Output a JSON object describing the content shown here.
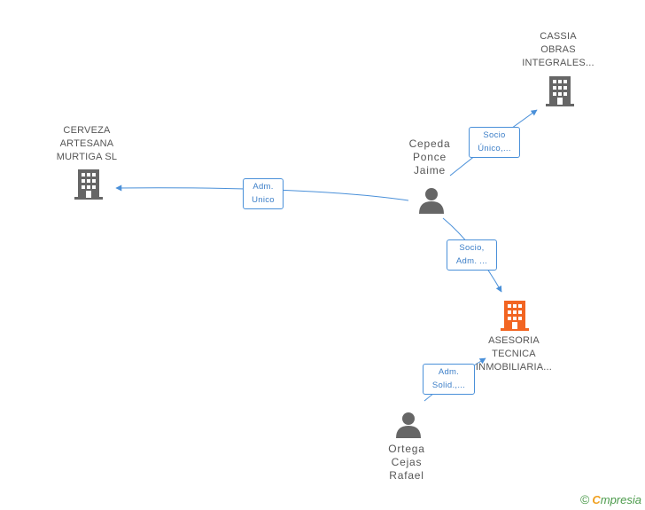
{
  "nodes": {
    "cassia": {
      "label": "CASSIA\nOBRAS\nINTEGRALES...",
      "icon": "building-icon",
      "color": "#666666"
    },
    "cerveza": {
      "label": "CERVEZA\nARTESANA\nMURTIGA SL",
      "icon": "building-icon",
      "color": "#666666"
    },
    "cepeda": {
      "label": "Cepeda\nPonce\nJaime",
      "icon": "person-icon",
      "color": "#666666"
    },
    "asesoria": {
      "label": "ASESORIA\nTECNICA\nINMOBILIARIA...",
      "icon": "building-icon",
      "color": "#f26522"
    },
    "ortega": {
      "label": "Ortega\nCejas\nRafael",
      "icon": "person-icon",
      "color": "#666666"
    }
  },
  "edges": {
    "cepeda_cassia": "Socio\nÚnico,...",
    "cepeda_cerveza": "Adm.\nUnico",
    "cepeda_asesoria": "Socio,\nAdm. ...",
    "ortega_asesoria": "Adm.\nSolid.,..."
  },
  "colors": {
    "edge": "#4a90d9",
    "text": "#555555",
    "focus": "#f26522"
  },
  "brand": {
    "copyright_symbol": "©",
    "initial": "C",
    "rest": "mpresia"
  }
}
